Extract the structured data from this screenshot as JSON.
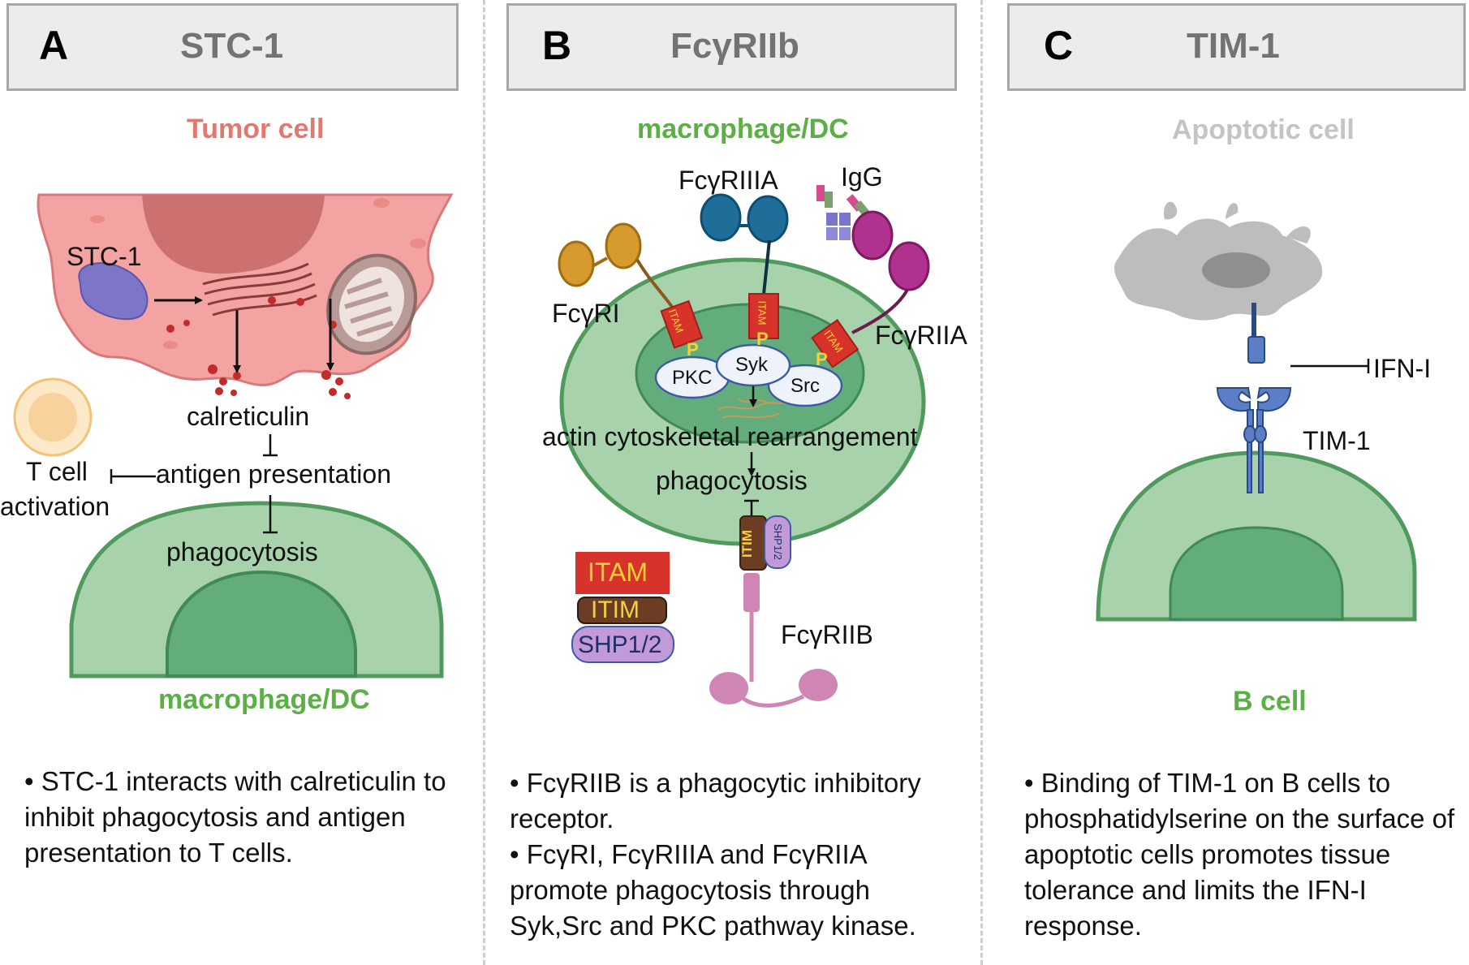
{
  "panels": [
    {
      "letter": "A",
      "title": "STC-1"
    },
    {
      "letter": "B",
      "title": "FcγRIIb"
    },
    {
      "letter": "C",
      "title": "TIM-1"
    }
  ],
  "panel_a": {
    "top_cell": "Tumor cell",
    "bottom_cell": "macrophage/DC",
    "stc1": "STC-1",
    "calreticulin": "calreticulin",
    "antigen": "antigen presentation",
    "phagocytosis": "phagocytosis",
    "tcell_line1": "T cell",
    "tcell_line2": "activation",
    "description": "• STC-1 interacts with calreticulin to inhibit phagocytosis and antigen presentation to T cells."
  },
  "panel_b": {
    "cell": "macrophage/DC",
    "fcgriiia": "FcγRIIIA",
    "igg": "IgG",
    "fcgri": "FcγRI",
    "fcgriia": "FcγRIIA",
    "fcgriib": "FcγRIIB",
    "pkc": "PKC",
    "syk": "Syk",
    "src": "Src",
    "itam_tag": "ITAM",
    "p_tag": "P",
    "itim_tag": "ITIM",
    "shp_tag": "SHP1/2",
    "actin": "actin cytoskeletal rearrangement",
    "phagocytosis": "phagocytosis",
    "legend": {
      "itam": "ITAM",
      "itim": "ITIM",
      "shp": "SHP1/2"
    },
    "description_1": "• FcγRIIB is a phagocytic inhibitory receptor.",
    "description_2": "• FcγRI, FcγRIIIA and FcγRIIA promote phagocytosis through Syk,Src and PKC pathway kinase."
  },
  "panel_c": {
    "top_cell": "Apoptotic cell",
    "ifn": "IFN-I",
    "tim1": "TIM-1",
    "bottom_cell": "B cell",
    "description": "• Binding of TIM-1 on B cells to phosphatidylserine on the surface of apoptotic cells promotes tissue tolerance and limits the IFN-I response."
  },
  "colors": {
    "header_bg": "#ececec",
    "tumor_title": "#df7a70",
    "green_title": "#5aaf45",
    "apoptotic_title": "#c4c4c4",
    "cell_outer": "#a8d2ab",
    "cell_inner": "#63ac7c",
    "itam_red": "#d8332a",
    "itim_brown": "#6b3d24",
    "shp_purple": "#c39ad8"
  }
}
